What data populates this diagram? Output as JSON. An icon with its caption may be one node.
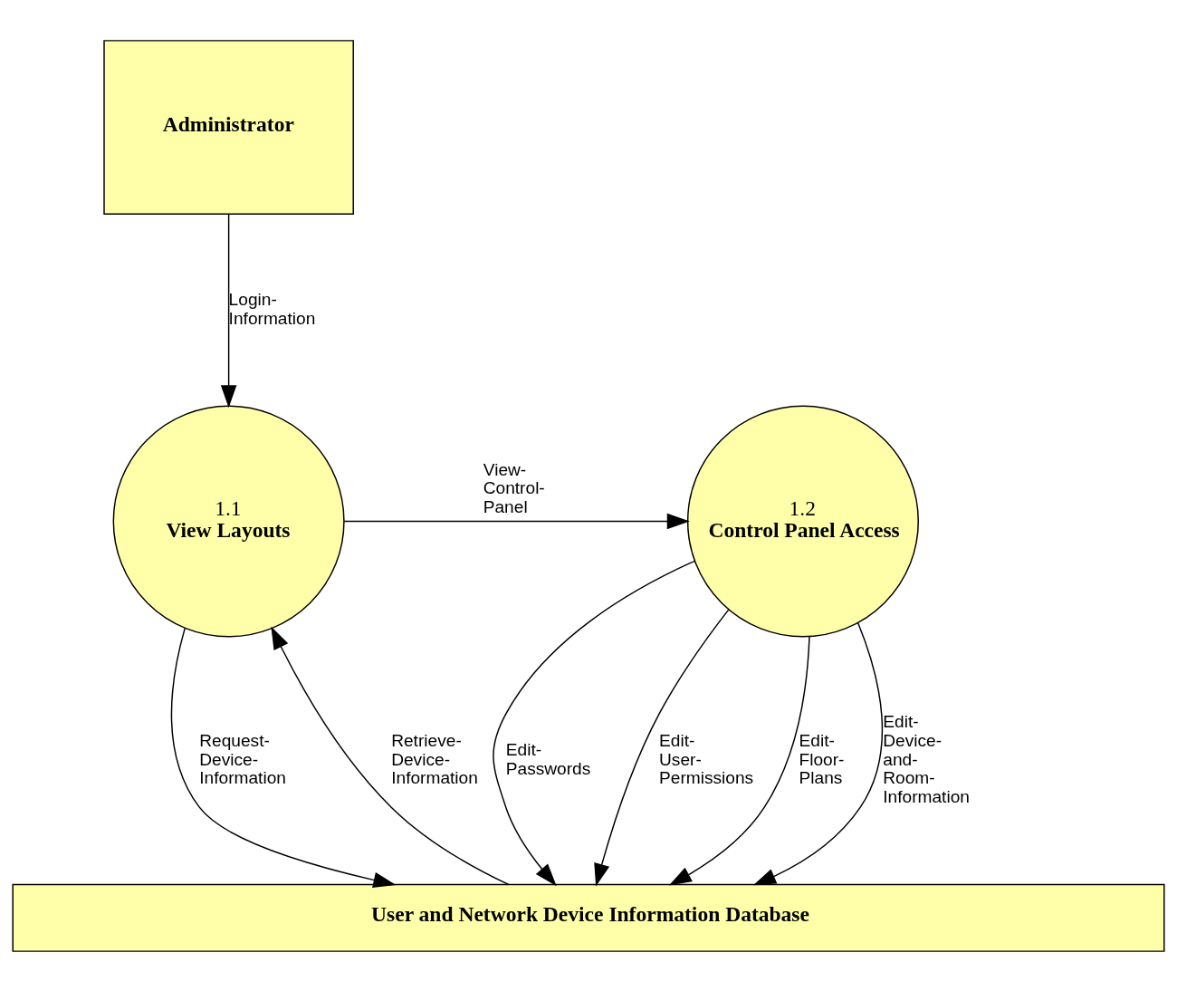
{
  "diagram": {
    "nodes": [
      {
        "text": [
          "Administrator"
        ]
      },
      {
        "text": [
          "1.1",
          "View Layouts"
        ]
      },
      {
        "text": [
          "1.2",
          "Control Panel Access"
        ]
      },
      {
        "text": [
          "User and Network Device Information Database"
        ]
      }
    ],
    "edges": [
      {
        "from": 0,
        "to": 1,
        "arrow": "to",
        "label": "Login-Information"
      },
      {
        "from": 1,
        "to": 2,
        "arrow": "to",
        "label": "View-Control-Panel"
      },
      {
        "from": 1,
        "to": 3,
        "arrow": "to",
        "label": "Request-Device-Information"
      },
      {
        "from": 3,
        "to": 1,
        "arrow": "to",
        "label": "Retrieve-Device-Information"
      },
      {
        "from": 2,
        "to": 3,
        "arrow": "to",
        "label": "Edit-Passwords"
      },
      {
        "from": 2,
        "to": 3,
        "arrow": "to",
        "label": "Edit-User-Permissions"
      },
      {
        "from": 2,
        "to": 3,
        "arrow": "to",
        "label": "Edit-Floor-Plans"
      },
      {
        "from": 2,
        "to": 3,
        "arrow": "to",
        "label": "Edit-Device-and-Room-Information"
      }
    ]
  }
}
